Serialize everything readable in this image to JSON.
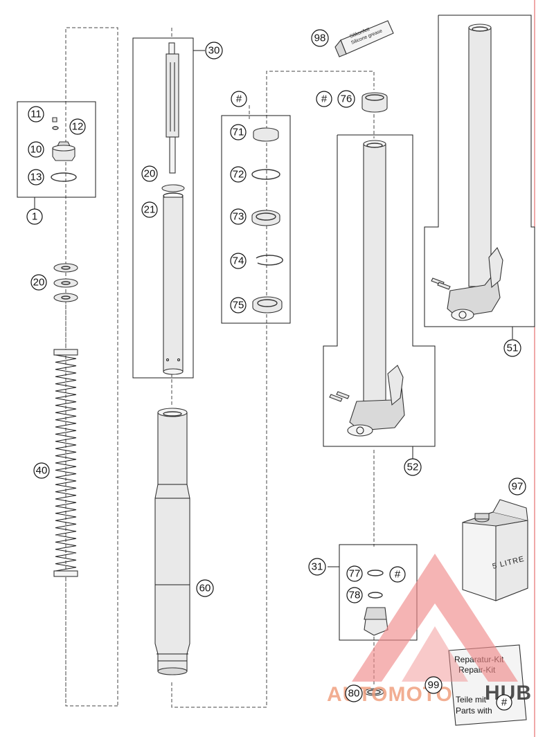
{
  "diagram": {
    "callouts": {
      "c1": "1",
      "c10": "10",
      "c11": "11",
      "c12": "12",
      "c13": "13",
      "c20a": "20",
      "c20b": "20",
      "c21": "21",
      "c30": "30",
      "c31": "31",
      "c40": "40",
      "c51": "51",
      "c52": "52",
      "c60": "60",
      "c71": "71",
      "c72": "72",
      "c73": "73",
      "c74": "74",
      "c75": "75",
      "c76": "76",
      "c77": "77",
      "c78": "78",
      "c80": "80",
      "c97": "97",
      "c98": "98",
      "c99": "99",
      "hash1": "#",
      "hash2": "#",
      "hash3": "#",
      "hash4": "#"
    },
    "tube_label_1": "Silikonfett",
    "tube_label_2": "Silicone grease",
    "oil_can_label": "5 LITRE",
    "repair_kit": {
      "line1": "Reparatur-Kit",
      "line2": "Repair-Kit",
      "line3": "Teile mit",
      "line4": "Parts with"
    }
  },
  "watermark": {
    "part1": "AUTOMOTO",
    "part2": "HUB",
    "color_main": "#f08a8a",
    "color_accent": "#f0c040",
    "color_dark": "#333333"
  },
  "accent_line_color": "#e05050"
}
